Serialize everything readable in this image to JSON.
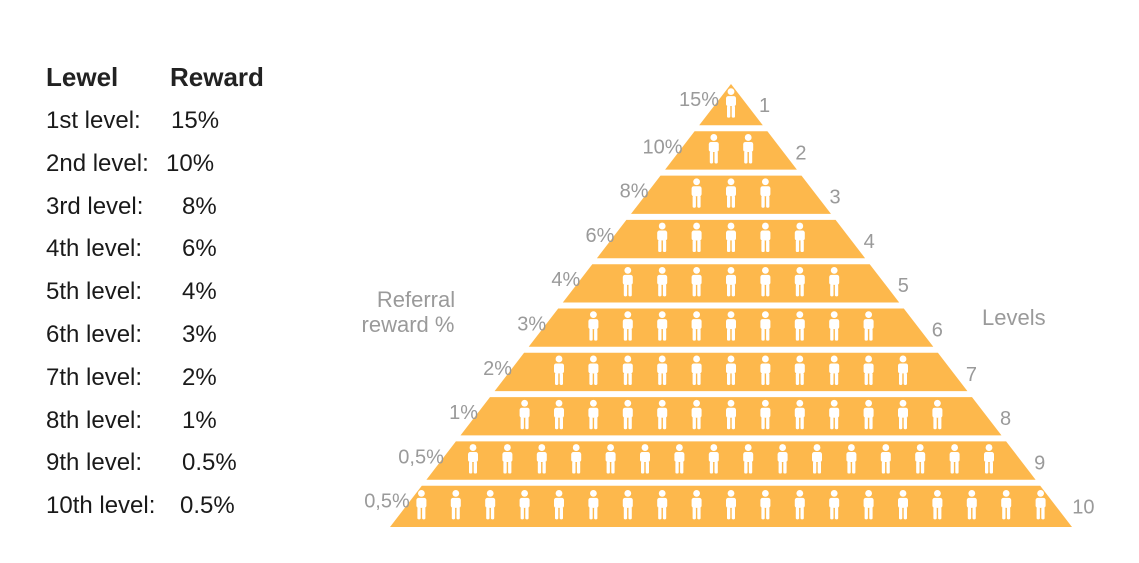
{
  "table": {
    "header_level": "Lewel",
    "header_reward": "Reward",
    "rows": [
      {
        "label": "1st  level:",
        "reward": "15%"
      },
      {
        "label": "2nd level:",
        "reward": "10%"
      },
      {
        "label": "3rd level:",
        "reward": "8%"
      },
      {
        "label": "4th level:",
        "reward": "6%"
      },
      {
        "label": "5th level:",
        "reward": "4%"
      },
      {
        "label": "6th level:",
        "reward": "3%"
      },
      {
        "label": "7th level:",
        "reward": "2%"
      },
      {
        "label": "8th level:",
        "reward": "1%"
      },
      {
        "label": "9th level:",
        "reward": "0.5%"
      },
      {
        "label": "10th level:",
        "reward": "0.5%"
      }
    ]
  },
  "pyramid": {
    "left_caption_line1": "Referral",
    "left_caption_line2": "reward %",
    "right_caption": "Levels",
    "tiers": [
      {
        "level": "1",
        "percent": "15%",
        "people": 1
      },
      {
        "level": "2",
        "percent": "10%",
        "people": 2
      },
      {
        "level": "3",
        "percent": "8%",
        "people": 3
      },
      {
        "level": "4",
        "percent": "6%",
        "people": 5
      },
      {
        "level": "5",
        "percent": "4%",
        "people": 7
      },
      {
        "level": "6",
        "percent": "3%",
        "people": 9
      },
      {
        "level": "7",
        "percent": "2%",
        "people": 11
      },
      {
        "level": "8",
        "percent": "1%",
        "people": 13
      },
      {
        "level": "9",
        "percent": "0,5%",
        "people": 16
      },
      {
        "level": "10",
        "percent": "0,5%",
        "people": 19
      }
    ],
    "colors": {
      "tier_fill": "#FDB84C",
      "person": "#ffffff",
      "label": "#9a9a9a"
    },
    "icon": "person-icon"
  }
}
